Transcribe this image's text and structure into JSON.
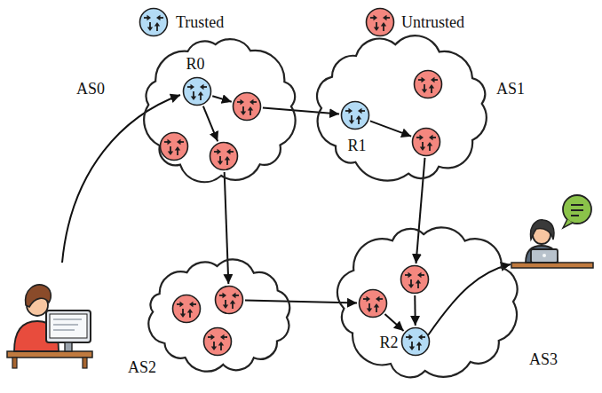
{
  "diagram": {
    "nodes": [
      {
        "text": [
          "AS0"
        ]
      },
      {
        "text": [
          "R0"
        ],
        "in": 0
      },
      {
        "text": [],
        "in": 0
      },
      {
        "text": [],
        "in": 0
      },
      {
        "text": [],
        "in": 0
      },
      {
        "text": [
          "AS1"
        ]
      },
      {
        "text": [
          "R1"
        ],
        "in": 5
      },
      {
        "text": [],
        "in": 5
      },
      {
        "text": [],
        "in": 5
      },
      {
        "text": [
          "AS2"
        ]
      },
      {
        "text": [],
        "in": 9
      },
      {
        "text": [],
        "in": 9
      },
      {
        "text": [],
        "in": 9
      },
      {
        "text": [
          "AS3"
        ]
      },
      {
        "text": [],
        "in": 13
      },
      {
        "text": [],
        "in": 13
      },
      {
        "text": [
          "R2"
        ],
        "in": 13
      }
    ],
    "edges": [
      {
        "from": 1,
        "to": 2,
        "arrow": "to"
      },
      {
        "from": 1,
        "to": 4,
        "arrow": "to"
      },
      {
        "from": 2,
        "to": 6,
        "arrow": "to"
      },
      {
        "from": 6,
        "to": 8,
        "arrow": "to"
      },
      {
        "from": 8,
        "to": 14,
        "arrow": "to"
      },
      {
        "from": 14,
        "to": 16,
        "arrow": "to"
      },
      {
        "from": 4,
        "to": 11,
        "arrow": "to"
      },
      {
        "from": 11,
        "to": 15,
        "arrow": "to"
      },
      {
        "from": 15,
        "to": 16,
        "arrow": "to"
      }
    ],
    "legend": [
      {
        "text": "Trusted",
        "color": "#b3dbf5"
      },
      {
        "text": "Untrusted",
        "color": "#f4877f"
      }
    ]
  }
}
